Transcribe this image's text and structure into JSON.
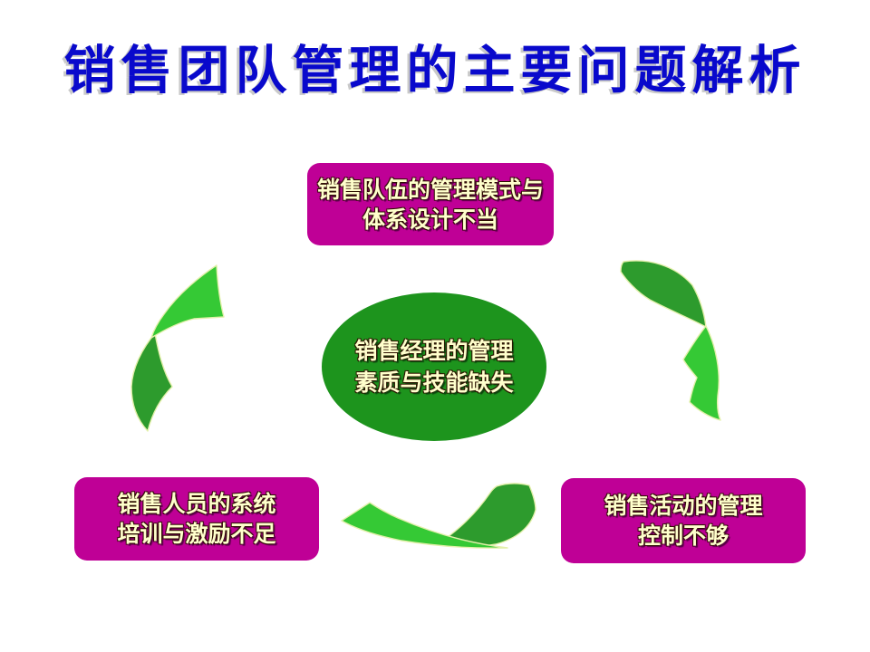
{
  "title": "销售团队管理的主要问题解析",
  "colors": {
    "background": "#ffffff",
    "title_blue": "#0909cc",
    "title_shadow": "#c9c9c9",
    "magenta": "#bf0096",
    "box_text": "#ffffcc",
    "ellipse_green": "#1d941d",
    "arrow_light": "#35c935",
    "arrow_dark": "#2d9b2d",
    "arrow_outline": "#e3f0ab"
  },
  "diagram": {
    "center_ellipse": {
      "lines": [
        "销售经理的管理",
        "素质与技能缺失"
      ]
    },
    "top_box": {
      "lines": [
        "销售队伍的管理模式与",
        "体系设计不当"
      ]
    },
    "bottom_left_box": {
      "lines": [
        "销售人员的系统",
        "培训与激励不足"
      ]
    },
    "bottom_right_box": {
      "lines": [
        "销售活动的管理",
        "控制不够"
      ]
    },
    "arrows": [
      {
        "name": "left-arrow",
        "direction": "up",
        "from": "bottom_left_box",
        "to": "top_box"
      },
      {
        "name": "right-arrow",
        "direction": "down",
        "from": "top_box",
        "to": "bottom_right_box"
      },
      {
        "name": "bottom-arrow",
        "direction": "left",
        "from": "bottom_right_box",
        "to": "bottom_left_box"
      }
    ]
  }
}
